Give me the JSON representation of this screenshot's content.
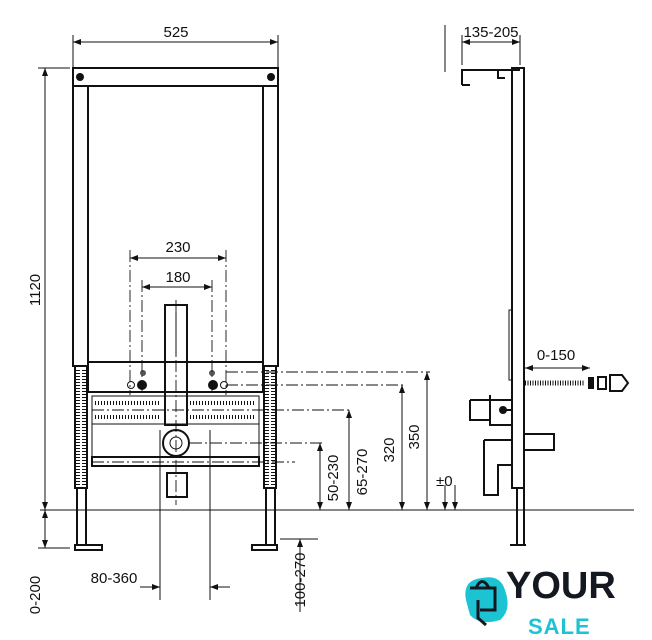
{
  "dimensions": {
    "width": "525",
    "height": "1120",
    "floor_adjust": "0-200",
    "outer_spacing": "230",
    "inner_spacing": "180",
    "depth": "135-205",
    "offset": "0-150",
    "drain_height": "50-230",
    "drain_height_2": "65-270",
    "supply_height": "320",
    "top_height": "350",
    "zero_level": "±0",
    "foot_offset": "80-360",
    "foot_height": "100-270"
  },
  "logo": {
    "line1": "YOUR",
    "line2": "SALE",
    "accent": "#1cc3d3",
    "dark": "#141820"
  }
}
